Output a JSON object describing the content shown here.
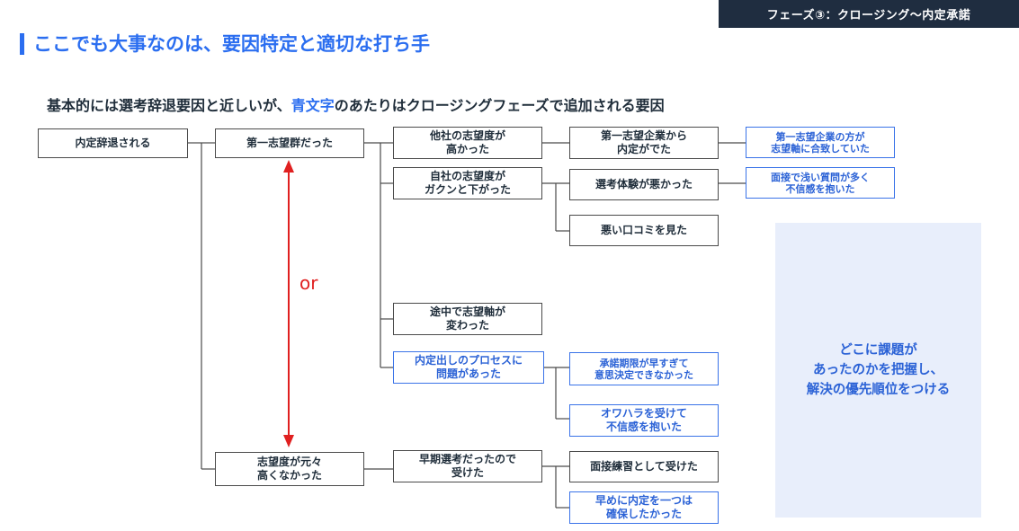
{
  "header": {
    "phase_badge": "フェーズ③：クロージング〜内定承諾",
    "title": "ここでも大事なのは、要因特定と適切な打ち手"
  },
  "subtitle": {
    "before": "基本的には選考辞退要因と近しいが、",
    "highlight": "青文字",
    "after": "のあたりはクロージングフェーズで追加される要因"
  },
  "tree": {
    "root": "内定辞退される",
    "level1": {
      "first_choice_group": "第一志望群だった",
      "low_interest": "志望度が元々\n高くなかった"
    },
    "level2": {
      "other_company_high": "他社の志望度が\n高かった",
      "own_company_dropped": "自社の志望度が\nガクンと下がった",
      "axis_changed": "途中で志望軸が\n変わった",
      "process_issue": "内定出しのプロセスに\n問題があった",
      "early_selection": "早期選考だったので\n受けた"
    },
    "level3": {
      "first_choice_offer": "第一志望企業から\n内定がでた",
      "bad_experience": "選考体験が悪かった",
      "bad_reviews": "悪い口コミを見た",
      "deadline_early": "承諾期限が早すぎて\n意思決定できなかった",
      "owahara": "オワハラを受けて\n不信感を抱いた",
      "interview_practice": "面接練習として受けた",
      "secure_offer": "早めに内定を一つは\n確保したかった"
    },
    "level4": {
      "match_axis": "第一志望企業の方が\n志望軸に合致していた",
      "shallow_questions": "面接で浅い質問が多く\n不信感を抱いた"
    },
    "or_label": "or"
  },
  "callout": {
    "text": "どこに課題が\nあったのかを把握し、\n解決の優先順位をつける"
  },
  "colors": {
    "accent_blue": "#2b6ef0",
    "arrow_red": "#e02020",
    "badge_bg": "#1f2d40",
    "callout_bg": "#e8eefb"
  }
}
